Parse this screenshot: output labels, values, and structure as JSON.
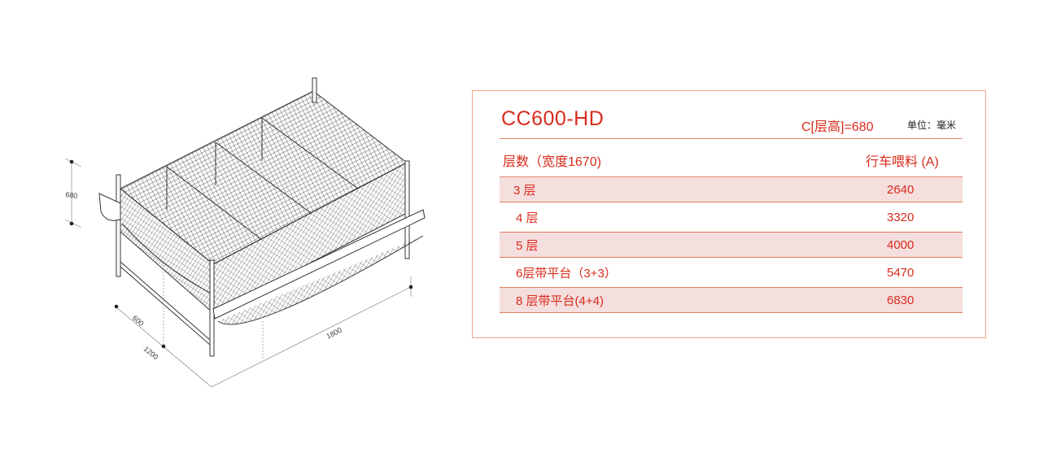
{
  "drawing": {
    "dimensions": {
      "height": "680",
      "depth_small": "600",
      "depth": "1200",
      "length": "1800"
    }
  },
  "spec": {
    "model": "CC600-HD",
    "layer_height": "C[层高]=680",
    "unit": "单位：毫米",
    "col_layers": "层数（宽度1670)",
    "col_feeding": "行车喂料 (A)",
    "rows": [
      {
        "layers": "3 层",
        "value": "2640"
      },
      {
        "layers": "4 层",
        "value": "3320"
      },
      {
        "layers": "5 层",
        "value": "4000"
      },
      {
        "layers": "6层带平台（3+3）",
        "value": "5470"
      },
      {
        "layers": "8 层带平台(4+4)",
        "value": "6830"
      }
    ]
  },
  "colors": {
    "accent": "#d92b1c",
    "border": "#f0a58a",
    "row_shade": "#f5dede"
  }
}
